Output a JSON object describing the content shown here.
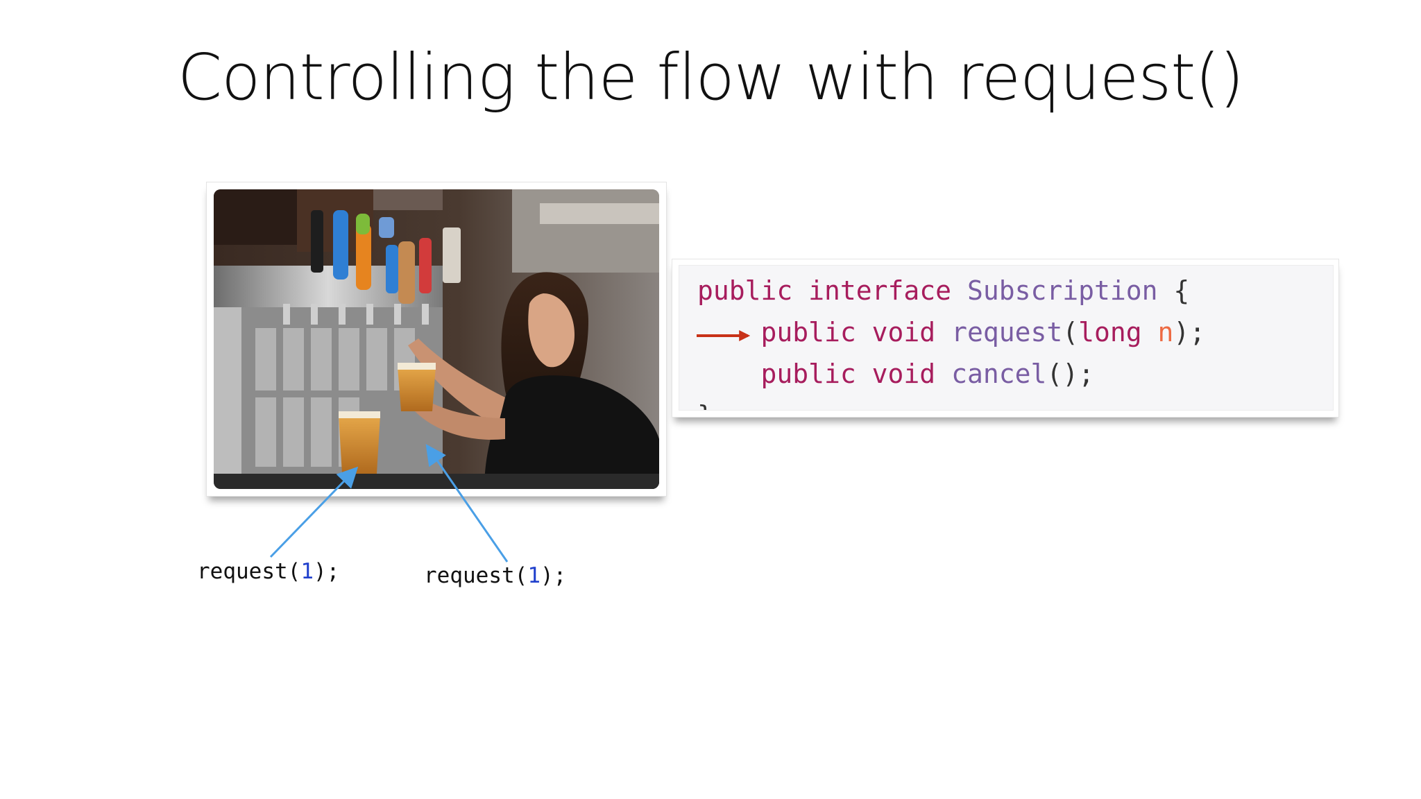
{
  "slide": {
    "title": "Controlling the flow with request()"
  },
  "code": {
    "lines": [
      [
        {
          "t": "public ",
          "c": "kw"
        },
        {
          "t": "interface ",
          "c": "kw"
        },
        {
          "t": "Subscription",
          "c": "ty"
        },
        {
          "t": " {",
          "c": "pl"
        }
      ],
      [
        {
          "t": "    public ",
          "c": "kw"
        },
        {
          "t": "void ",
          "c": "kw"
        },
        {
          "t": "request",
          "c": "ty"
        },
        {
          "t": "(",
          "c": "pl"
        },
        {
          "t": "long ",
          "c": "kw"
        },
        {
          "t": "n",
          "c": "pr"
        },
        {
          "t": ");",
          "c": "pl"
        }
      ],
      [
        {
          "t": "    public ",
          "c": "kw"
        },
        {
          "t": "void ",
          "c": "kw"
        },
        {
          "t": "cancel",
          "c": "ty"
        },
        {
          "t": "();",
          "c": "pl"
        }
      ],
      [
        {
          "t": "}",
          "c": "pl"
        }
      ]
    ]
  },
  "labels": {
    "left": {
      "fn": "request(",
      "num": "1",
      "end": ");"
    },
    "right": {
      "fn": "request(",
      "num": "1",
      "end": ");"
    }
  },
  "colors": {
    "callout_arrow": "#4a9fe6",
    "pointer_arrow": "#c83218",
    "code_keyword": "#a71d5d",
    "code_type": "#795da3",
    "code_param": "#ed6a43"
  },
  "icons": {
    "pointer": "right-arrow-icon",
    "callouts": "line-arrow-icon"
  }
}
